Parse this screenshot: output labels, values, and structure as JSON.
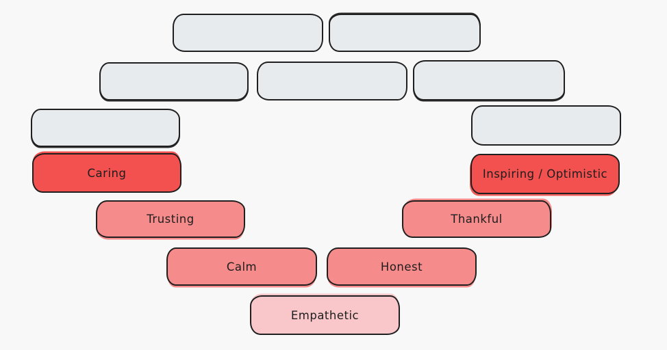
{
  "canvas": {
    "background_color": "#f8f8f8",
    "stroke_color": "#1f1f1f",
    "text_color": "#1d1d1d"
  },
  "palette": {
    "gray_fill": "#e8ebee",
    "red_fill": "#f2514f",
    "salmon_fill": "#f68b8b",
    "pink_fill": "#f9c7ca"
  },
  "diagram": {
    "boxes": [
      {
        "id": "empty-1",
        "label": "",
        "color": "#e8ebee"
      },
      {
        "id": "empty-2",
        "label": "",
        "color": "#e8ebee"
      },
      {
        "id": "empty-3",
        "label": "",
        "color": "#e8ebee"
      },
      {
        "id": "empty-4",
        "label": "",
        "color": "#e8ebee"
      },
      {
        "id": "empty-5",
        "label": "",
        "color": "#e8ebee"
      },
      {
        "id": "empty-6",
        "label": "",
        "color": "#e8ebee"
      },
      {
        "id": "empty-7",
        "label": "",
        "color": "#e8ebee"
      },
      {
        "id": "caring",
        "label": "Caring",
        "color": "#f2514f"
      },
      {
        "id": "inspiring-optimistic",
        "label": "Inspiring / Optimistic",
        "color": "#f2514f"
      },
      {
        "id": "trusting",
        "label": "Trusting",
        "color": "#f68b8b"
      },
      {
        "id": "thankful",
        "label": "Thankful",
        "color": "#f68b8b"
      },
      {
        "id": "calm",
        "label": "Calm",
        "color": "#f68b8b"
      },
      {
        "id": "honest",
        "label": "Honest",
        "color": "#f68b8b"
      },
      {
        "id": "empathetic",
        "label": "Empathetic",
        "color": "#f9c7ca"
      }
    ]
  }
}
